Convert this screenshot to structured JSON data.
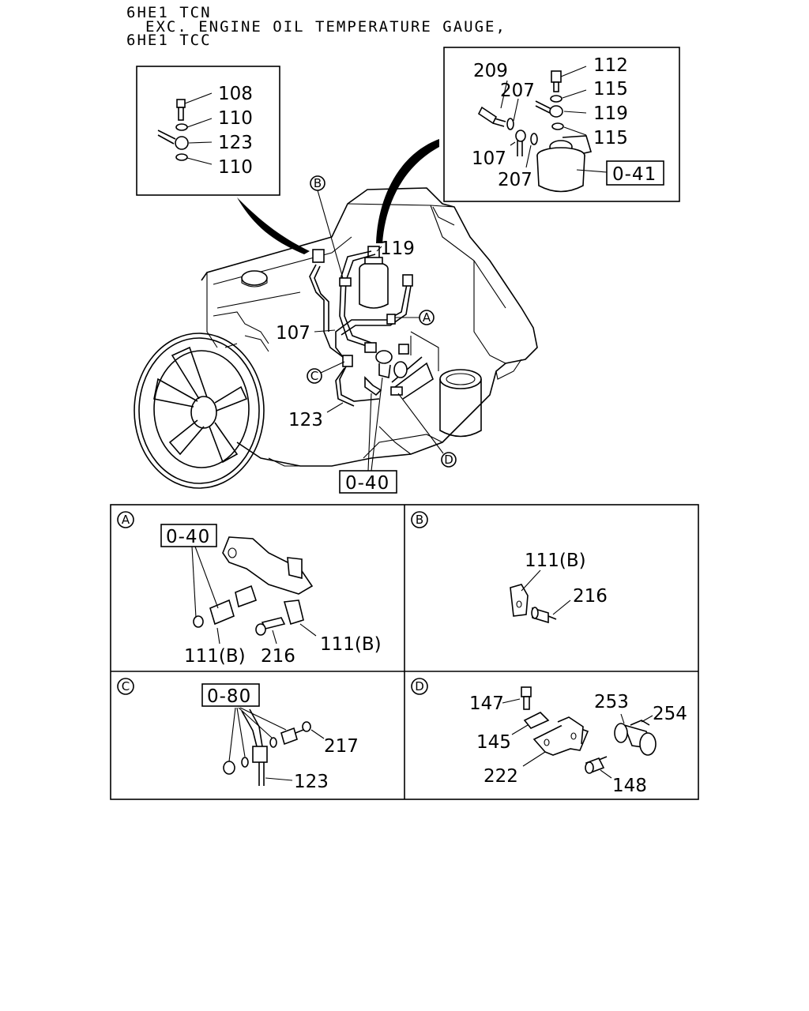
{
  "header": {
    "line1": "6HE1 TCN",
    "line2": "EXC. ENGINE OIL TEMPERATURE GAUGE,",
    "line3": "6HE1 TCC"
  },
  "main_view": {
    "inset_left": {
      "labels": [
        "108",
        "110",
        "123",
        "110"
      ]
    },
    "inset_right": {
      "labels": [
        "209",
        "207",
        "107",
        "207",
        "112",
        "115",
        "119",
        "115"
      ],
      "ref": "0-41"
    },
    "labels": {
      "l119": "119",
      "l107": "107",
      "l123": "123"
    },
    "callouts": {
      "a": "A",
      "b": "B",
      "c": "C",
      "d": "D"
    },
    "ref": "0-40"
  },
  "detail_a": {
    "letter": "A",
    "ref": "0-40",
    "labels": [
      "111(B)",
      "216",
      "111(B)"
    ]
  },
  "detail_b": {
    "letter": "B",
    "labels": [
      "111(B)",
      "216"
    ]
  },
  "detail_c": {
    "letter": "C",
    "ref": "0-80",
    "labels": [
      "217",
      "123"
    ]
  },
  "detail_d": {
    "letter": "D",
    "labels": [
      "147",
      "145",
      "222",
      "148",
      "253",
      "254"
    ]
  }
}
